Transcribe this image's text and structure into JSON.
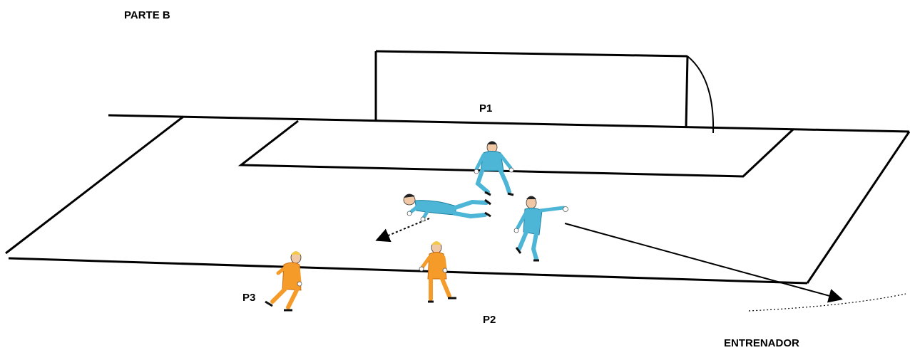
{
  "title": "PARTE B",
  "labels": {
    "p1": "P1",
    "p2": "P2",
    "p3": "P3",
    "coach": "ENTRENADOR"
  },
  "colors": {
    "keeper_kit": "#4db6d6",
    "keeper_dark": "#1e7fa0",
    "field_player_kit": "#f59b2a",
    "field_player_dark": "#c96a12",
    "hair_blond": "#f2c94c",
    "hair_dark": "#222222",
    "lines": "#000000"
  },
  "figures": [
    {
      "id": "p1-keeper",
      "kit": "keeper",
      "pose": "ready"
    },
    {
      "id": "diving-keeper",
      "kit": "keeper",
      "pose": "dive"
    },
    {
      "id": "throwing-keeper",
      "kit": "keeper",
      "pose": "throw"
    },
    {
      "id": "p2-player",
      "kit": "field",
      "pose": "run"
    },
    {
      "id": "p3-player",
      "kit": "field",
      "pose": "run"
    }
  ]
}
